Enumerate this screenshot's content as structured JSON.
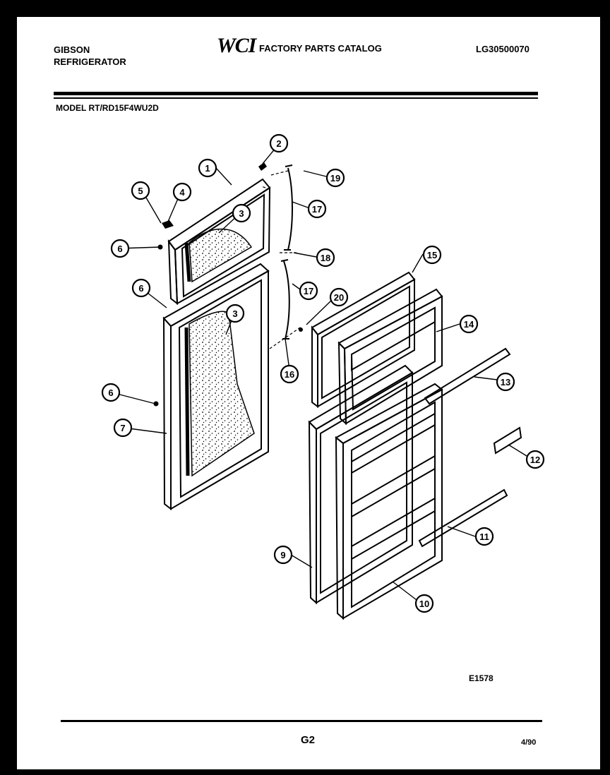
{
  "header": {
    "brand_line1": "GIBSON",
    "brand_line2": "REFRIGERATOR",
    "logo": "WCI",
    "catalog_title": "FACTORY PARTS CATALOG",
    "part_number": "LG30500070"
  },
  "model": "MODEL RT/RD15F4WU2D",
  "diagram_code": "E1578",
  "footer": {
    "page": "G2",
    "date": "4/90"
  },
  "callouts": [
    "1",
    "2",
    "3",
    "3",
    "4",
    "5",
    "6",
    "6",
    "6",
    "7",
    "9",
    "10",
    "11",
    "12",
    "13",
    "14",
    "15",
    "16",
    "17",
    "17",
    "18",
    "19",
    "20"
  ]
}
